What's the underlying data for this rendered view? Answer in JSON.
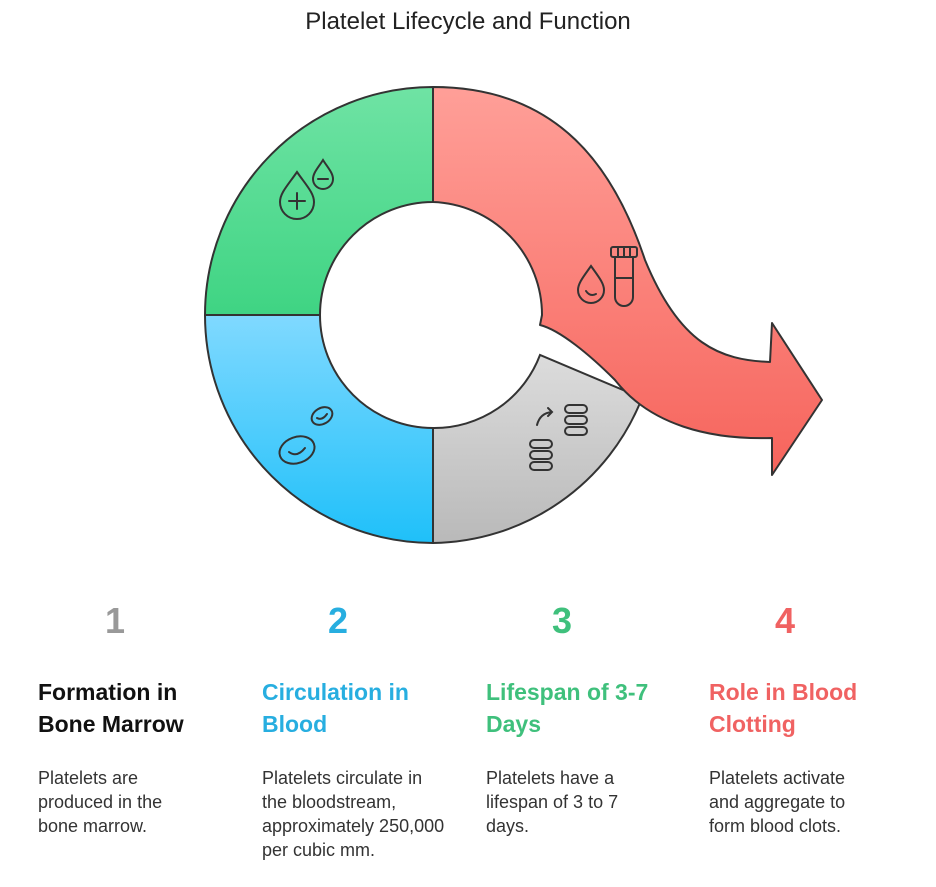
{
  "title": "Platelet Lifecycle and Function",
  "steps": [
    {
      "number": "1",
      "heading": "Formation in Bone Marrow",
      "description": "Platelets are produced in the bone marrow.",
      "color": "#999999",
      "heading_color": "#111111"
    },
    {
      "number": "2",
      "heading": "Circulation in Blood",
      "description": "Platelets circulate in the bloodstream, approximately 250,000 per cubic mm.",
      "color": "#27aee0",
      "heading_color": "#27aee0"
    },
    {
      "number": "3",
      "heading": "Lifespan of 3-7 Days",
      "description": "Platelets have a lifespan of 3 to 7 days.",
      "color": "#3fc07c",
      "heading_color": "#3fc07c"
    },
    {
      "number": "4",
      "heading": "Role in Blood Clotting",
      "description": "Platelets activate and aggregate to form blood clots.",
      "color": "#f06262",
      "heading_color": "#f06262"
    }
  ],
  "segment_colors": {
    "green": "#4fd68c",
    "blue": "#3fc3f7",
    "gray": "#c4c4c4",
    "red": "#f87a73"
  },
  "icons": [
    "blood-drop-plus-minus-icon",
    "blood-cells-icon",
    "server-swap-icon",
    "blood-drop-test-tube-icon"
  ]
}
